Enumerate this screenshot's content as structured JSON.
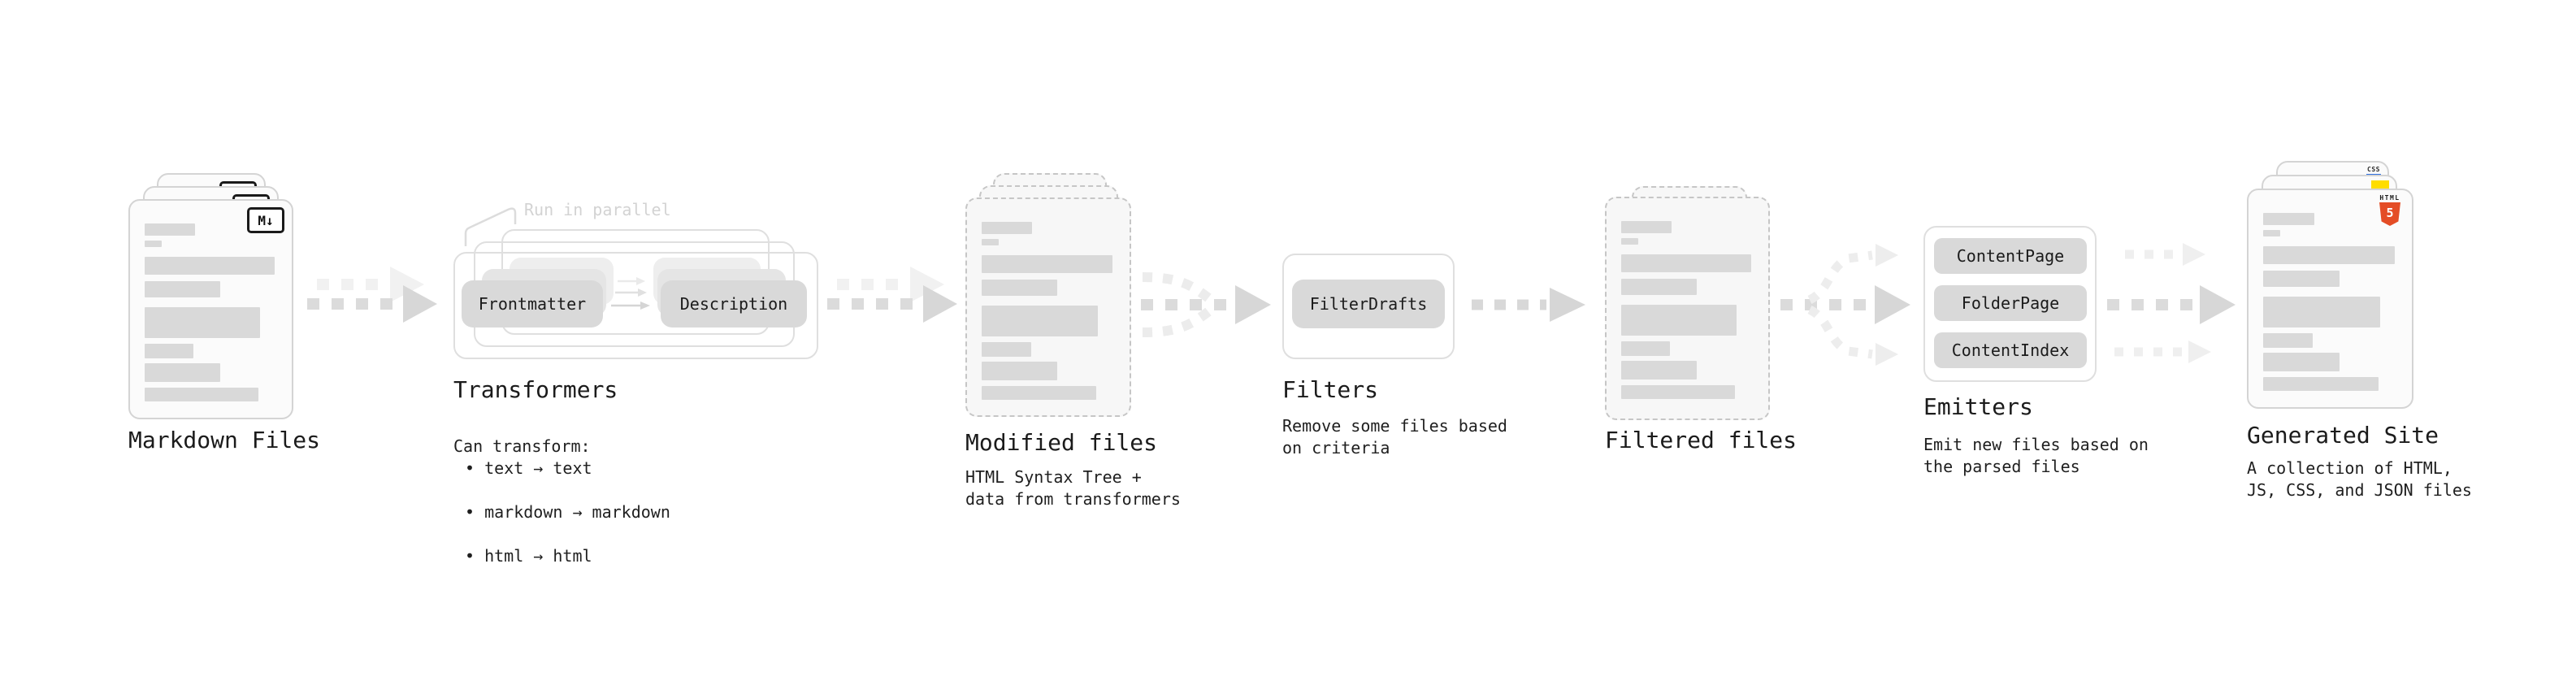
{
  "stages": {
    "markdown": {
      "label": "Markdown Files"
    },
    "transformers": {
      "label": "Transformers",
      "annotation": "Run in parallel",
      "pill_left": "Frontmatter",
      "pill_right": "Description",
      "caption_title": "Can transform:",
      "bullets": [
        "• text → text",
        "• markdown → markdown",
        "• html → html"
      ]
    },
    "modified": {
      "label": "Modified files",
      "caption": "HTML Syntax Tree +\ndata from transformers"
    },
    "filters": {
      "label": "Filters",
      "pill": "FilterDrafts",
      "caption": "Remove some files based\non criteria"
    },
    "filtered": {
      "label": "Filtered files"
    },
    "emitters": {
      "label": "Emitters",
      "pills": [
        "ContentPage",
        "FolderPage",
        "ContentIndex"
      ],
      "caption": "Emit new files based on\nthe parsed files"
    },
    "generated": {
      "label": "Generated Site",
      "caption": "A collection of HTML,\nJS, CSS, and JSON files"
    }
  },
  "icons": {
    "markdown_badge": "M↓",
    "html5_title": "HTML",
    "html5_number": "5",
    "css_label": "CSS"
  },
  "colors": {
    "html5_orange": "#e44d26",
    "js_yellow": "#ffdd00",
    "css_blue": "#2e6fe0",
    "arrow_gray": "#dbdbdb",
    "pill_gray": "#d9d9d9"
  }
}
